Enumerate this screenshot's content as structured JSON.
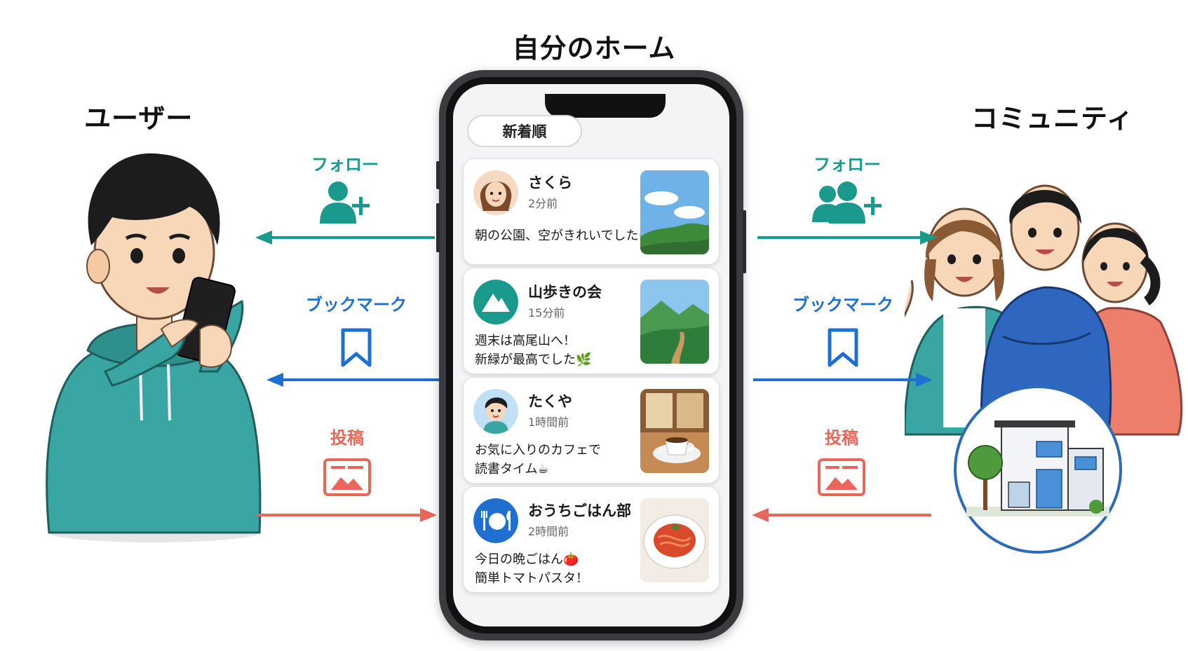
{
  "titles": {
    "home": "自分のホーム",
    "user": "ユーザー",
    "community": "コミュニティ"
  },
  "flows": {
    "follow": "フォロー",
    "bookmark": "ブックマーク",
    "post": "投稿"
  },
  "colors": {
    "follow": "#1a9a8c",
    "bookmark": "#1f6fd1",
    "post": "#e8675a"
  },
  "phone": {
    "sort_label": "新着順",
    "posts": [
      {
        "name": "さくら",
        "time": "2分前",
        "line1": "朝の公園、空がきれいでした☀",
        "line2": ""
      },
      {
        "name": "山歩きの会",
        "time": "15分前",
        "line1": "週末は高尾山へ！",
        "line2": "新緑が最高でした🌿"
      },
      {
        "name": "たくや",
        "time": "1時間前",
        "line1": "お気に入りのカフェで",
        "line2": "読書タイム☕"
      },
      {
        "name": "おうちごはん部",
        "time": "2時間前",
        "line1": "今日の晩ごはん🍅",
        "line2": "簡単トマトパスタ！"
      }
    ]
  }
}
